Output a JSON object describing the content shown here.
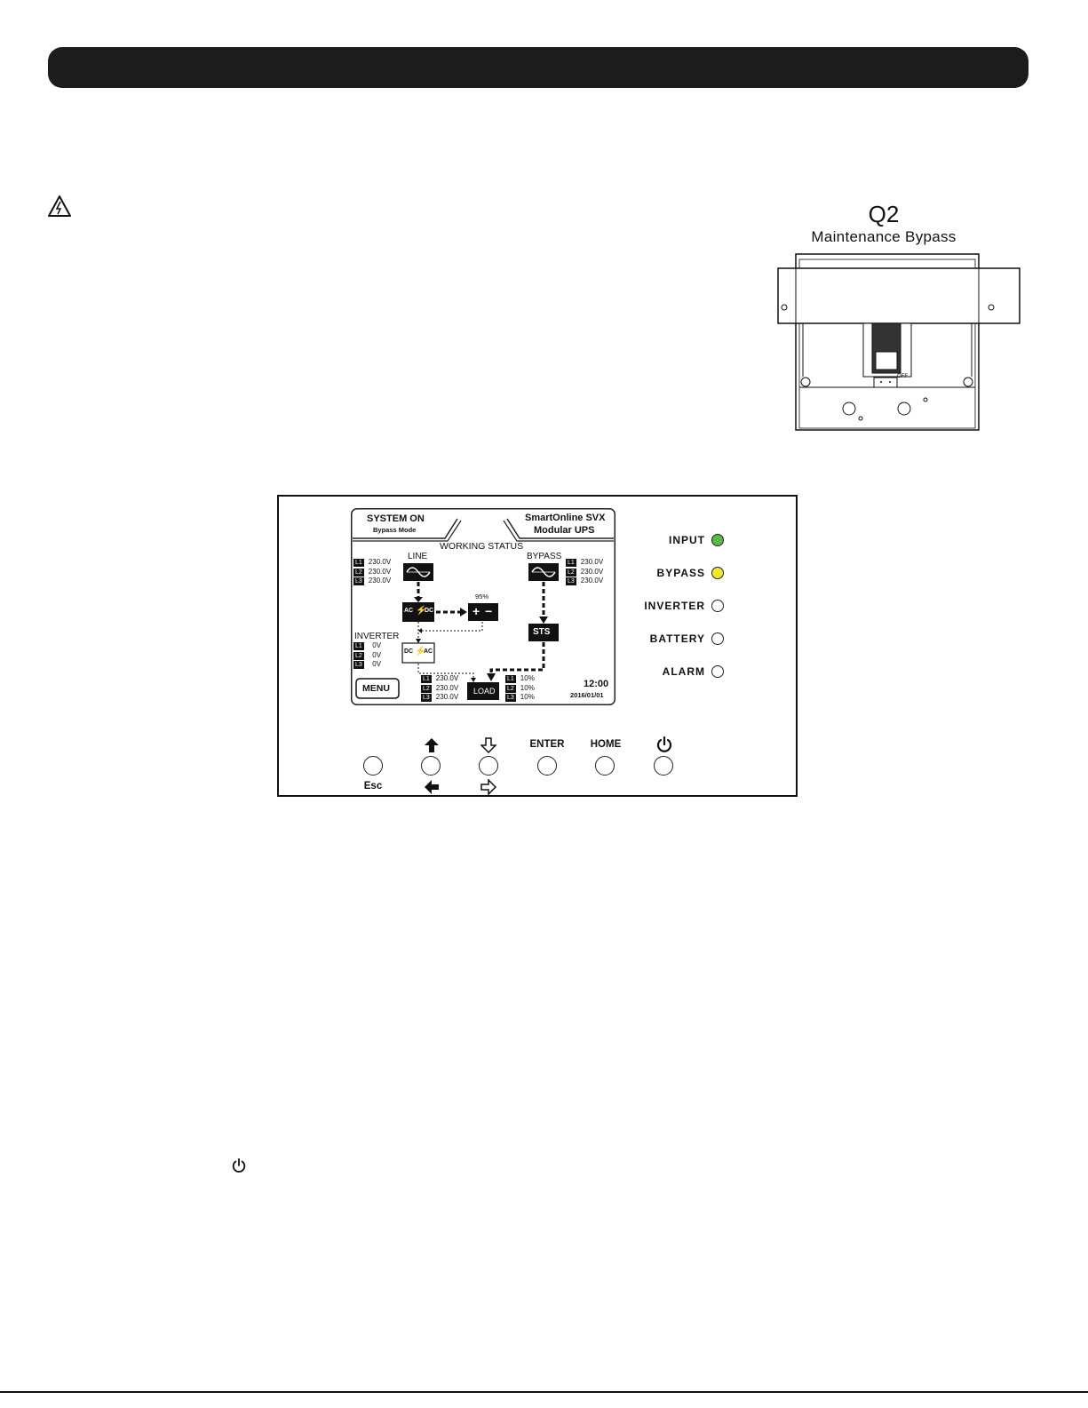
{
  "page": {
    "q2_title": "Q2",
    "q2_subtitle": "Maintenance Bypass",
    "breaker_off_label": "OFF"
  },
  "lcd": {
    "status_title": "SYSTEM ON",
    "status_mode": "Bypass Mode",
    "product_line1": "SmartOnline SVX",
    "product_line2": "Modular UPS",
    "working_status": "WORKING STATUS",
    "line_label": "LINE",
    "bypass_label": "BYPASS",
    "inverter_label": "INVERTER",
    "battery_percent": "95%",
    "sts_label": "STS",
    "load_label": "LOAD",
    "rectifier_left": "AC",
    "rectifier_right": "DC",
    "inverter_left": "DC",
    "inverter_right": "AC",
    "battery_plus": "+",
    "battery_minus": "−",
    "menu_label": "MENU",
    "time": "12:00",
    "date": "2016/01/01",
    "line_readings": [
      {
        "phase": "L1",
        "value": "230.0V"
      },
      {
        "phase": "L2",
        "value": "230.0V"
      },
      {
        "phase": "L3",
        "value": "230.0V"
      }
    ],
    "bypass_readings": [
      {
        "phase": "L1",
        "value": "230.0V"
      },
      {
        "phase": "L2",
        "value": "230.0V"
      },
      {
        "phase": "L3",
        "value": "230.0V"
      }
    ],
    "inverter_readings": [
      {
        "phase": "L1",
        "value": "0V"
      },
      {
        "phase": "L2",
        "value": "0V"
      },
      {
        "phase": "L3",
        "value": "0V"
      }
    ],
    "output_readings": [
      {
        "phase": "L1",
        "value": "230.0V"
      },
      {
        "phase": "L2",
        "value": "230.0V"
      },
      {
        "phase": "L3",
        "value": "230.0V"
      }
    ],
    "load_readings": [
      {
        "phase": "L1",
        "value": "10%"
      },
      {
        "phase": "L2",
        "value": "10%"
      },
      {
        "phase": "L3",
        "value": "10%"
      }
    ]
  },
  "leds": [
    {
      "label": "INPUT",
      "color": "#5cb947"
    },
    {
      "label": "BYPASS",
      "color": "#f2e82a"
    },
    {
      "label": "INVERTER",
      "color": "#ffffff"
    },
    {
      "label": "BATTERY",
      "color": "#ffffff"
    },
    {
      "label": "ALARM",
      "color": "#ffffff"
    }
  ],
  "buttons": {
    "esc_label": "Esc",
    "enter_label": "ENTER",
    "home_label": "HOME",
    "up_icon": "up-arrow-solid-icon",
    "left_icon": "left-arrow-solid-icon",
    "down_icon": "down-arrow-outline-icon",
    "right_icon": "right-arrow-outline-icon",
    "power_icon": "power-icon"
  },
  "colors": {
    "header_bar": "#1c1c1c",
    "input_led": "#5cb947",
    "bypass_led": "#f2e82a"
  }
}
